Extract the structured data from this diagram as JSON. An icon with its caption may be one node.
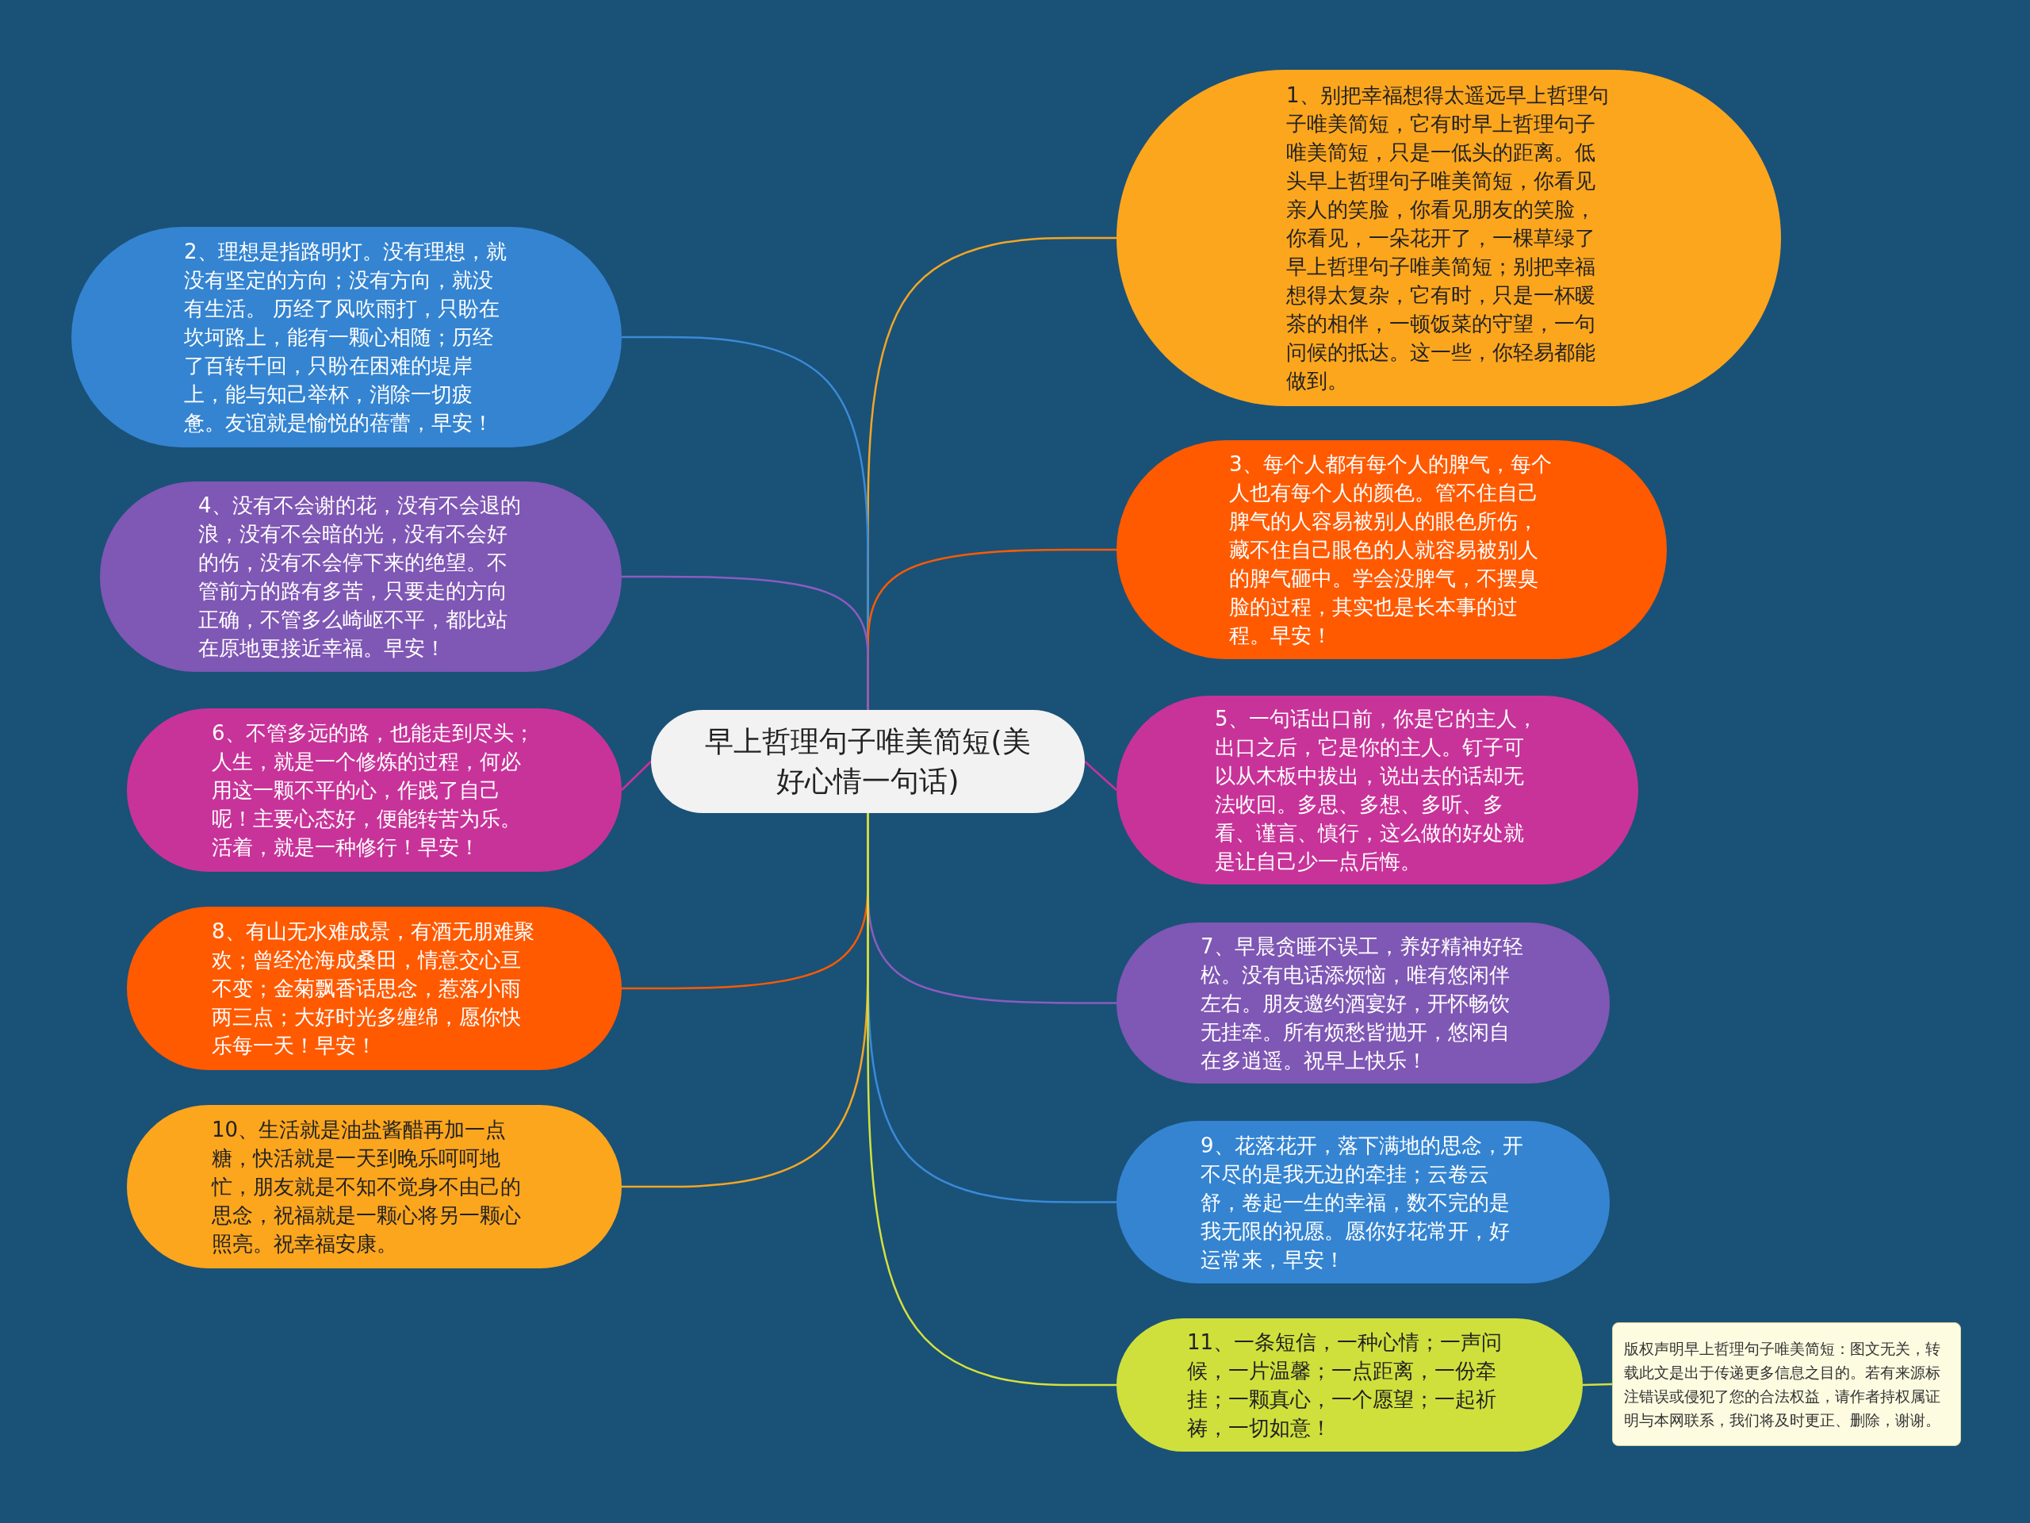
{
  "diagram": {
    "nodes": [
      {
        "text": [
          "早上哲理句子唯美简短(美好心情一句话)"
        ]
      },
      {
        "text": [
          "1、别把幸福想得太遥远早上哲理句子唯美简短，它有时早上哲理句子唯美简短，只是一低头的距离。低头早上哲理句子唯美简短，你看见亲人的笑脸，你看见朋友的笑脸，你看见，一朵花开了，一棵草绿了早上哲理句子唯美简短；别把幸福想得太复杂，它有时，只是一杯暖茶的相伴，一顿饭菜的守望，一句问候的抵达。这一些，你轻易都能做到。"
        ]
      },
      {
        "text": [
          "2、理想是指路明灯。没有理想，就没有坚定的方向；没有方向，就没有生活。 历经了风吹雨打，只盼在坎坷路上，能有一颗心相随；历经了百转千回，只盼在困难的堤岸上，能与知己举杯，消除一切疲惫。友谊就是愉悦的蓓蕾，早安！"
        ]
      },
      {
        "text": [
          "3、每个人都有每个人的脾气，每个人也有每个人的颜色。管不住自己脾气的人容易被别人的眼色所伤，藏不住自己眼色的人就容易被别人的脾气砸中。学会没脾气，不摆臭脸的过程，其实也是长本事的过程。早安！"
        ]
      },
      {
        "text": [
          "4、没有不会谢的花，没有不会退的浪，没有不会暗的光，没有不会好的伤，没有不会停下来的绝望。不管前方的路有多苦，只要走的方向正确，不管多么崎岖不平，都比站在原地更接近幸福。早安！"
        ]
      },
      {
        "text": [
          "5、一句话出口前，你是它的主人，出口之后，它是你的主人。钉子可以从木板中拔出，说出去的话却无法收回。多思、多想、多听、多看、谨言、慎行，这么做的好处就是让自己少一点后悔。"
        ]
      },
      {
        "text": [
          "6、不管多远的路，也能走到尽头；人生，就是一个修炼的过程，何必用这一颗不平的心，作践了自己呢！主要心态好，便能转苦为乐。活着，就是一种修行！早安！"
        ]
      },
      {
        "text": [
          "7、早晨贪睡不误工，养好精神好轻松。没有电话添烦恼，唯有悠闲伴左右。朋友邀约酒宴好，开怀畅饮无挂牵。所有烦愁皆抛开，悠闲自在多逍遥。祝早上快乐！"
        ]
      },
      {
        "text": [
          "8、有山无水难成景，有酒无朋难聚欢；曾经沧海成桑田，情意交心亘不变；金菊飘香话思念，惹落小雨两三点；大好时光多缠绵，愿你快乐每一天！早安！"
        ]
      },
      {
        "text": [
          "9、花落花开，落下满地的思念，开不尽的是我无边的牵挂；云卷云舒，卷起一生的幸福，数不完的是我无限的祝愿。愿你好花常开，好运常来，早安！"
        ]
      },
      {
        "text": [
          "10、生活就是油盐酱醋再加一点糖，快活就是一天到晚乐呵呵地忙，朋友就是不知不觉身不由己的思念，祝福就是一颗心将另一颗心照亮。祝幸福安康。"
        ]
      },
      {
        "text": [
          "11、一条短信，一种心情；一声问候，一片温馨；一点距离，一份牵挂；一颗真心，一个愿望；一起祈祷，一切如意！"
        ]
      },
      {
        "text": [
          "版权声明早上哲理句子唯美简短：图文无关，转载此文是出于传递更多信息之目的。若有来源标注错误或侵犯了您的合法权益，请作者持权属证明与本网联系，我们将及时更正、删除，谢谢。"
        ]
      }
    ],
    "edges": [
      {
        "from": 0,
        "to": 1,
        "arrow": "none",
        "color": "#f5a623"
      },
      {
        "from": 0,
        "to": 2,
        "arrow": "none",
        "color": "#3a8ad8"
      },
      {
        "from": 0,
        "to": 3,
        "arrow": "none",
        "color": "#ff5a00"
      },
      {
        "from": 0,
        "to": 4,
        "arrow": "none",
        "color": "#8a5cc0"
      },
      {
        "from": 0,
        "to": 5,
        "arrow": "none",
        "color": "#c83399"
      },
      {
        "from": 0,
        "to": 6,
        "arrow": "none",
        "color": "#c83399"
      },
      {
        "from": 0,
        "to": 7,
        "arrow": "none",
        "color": "#8a5cc0"
      },
      {
        "from": 0,
        "to": 8,
        "arrow": "none",
        "color": "#ff5a00"
      },
      {
        "from": 0,
        "to": 9,
        "arrow": "none",
        "color": "#3a8ad8"
      },
      {
        "from": 0,
        "to": 10,
        "arrow": "none",
        "color": "#f5a623"
      },
      {
        "from": 0,
        "to": 11,
        "arrow": "none",
        "color": "#d4e23c"
      },
      {
        "from": 11,
        "to": 12,
        "arrow": "none",
        "color": "#d4e23c"
      }
    ]
  }
}
